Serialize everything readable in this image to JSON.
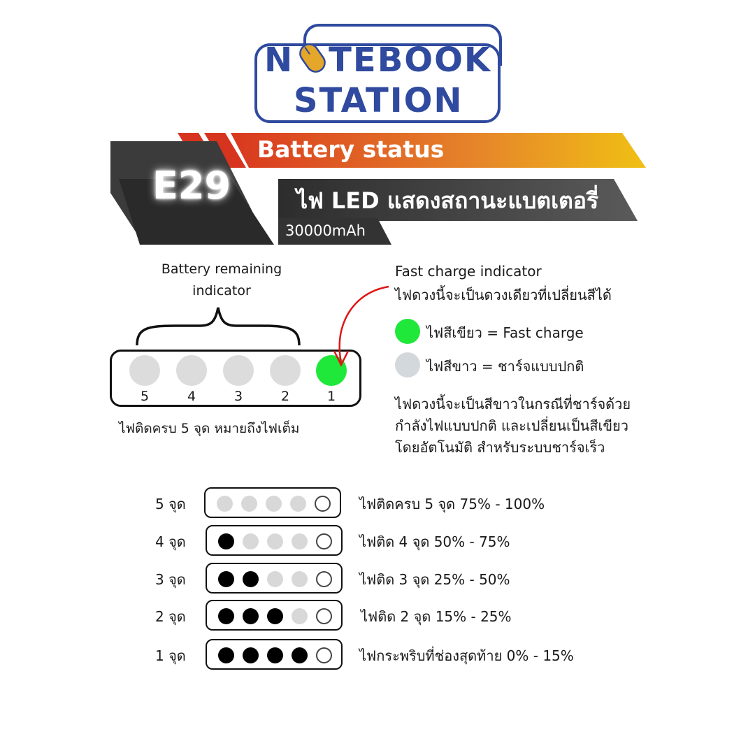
{
  "logo": {
    "line1_left": "N",
    "line1_right": "TEBOOK",
    "line2": "STATION",
    "icon": "mouse-icon",
    "color": "#2f4a9e",
    "accent": "#e4a72a"
  },
  "banner": {
    "title": "Battery status",
    "code": "E29",
    "subtitle": "ไฟ LED แสดงสถานะแบตเตอรี่",
    "capacity": "30000mAh"
  },
  "diagram": {
    "remaining_label_1": "Battery remaining",
    "remaining_label_2": "indicator",
    "positions": [
      "5",
      "4",
      "3",
      "2",
      "1"
    ],
    "full_note": "ไฟติดครบ 5 จุด หมายถึงไฟเต็ม",
    "fast_title": "Fast charge indicator",
    "fast_sub": "ไฟดวงนี้จะเป็นดวงเดียวที่เปลี่ยนสีได้",
    "legend": [
      {
        "color": "#1fe83b",
        "text": "ไฟสีเขียว = Fast charge"
      },
      {
        "color": "#d3d8dc",
        "text": "ไฟสีขาว = ชาร์จแบบปกติ"
      }
    ],
    "description": [
      "ไฟดวงนี้จะเป็นสีขาวในกรณีที่ชาร์จด้วย",
      "กำลังไฟแบบปกติ และเปลี่ยนเป็นสีเขียว",
      "โดยอัตโนมัติ สำหรับระบบชาร์จเร็ว"
    ]
  },
  "levels": [
    {
      "label": "5 จุด",
      "dots": [
        "dim",
        "dim",
        "dim",
        "dim",
        "empty"
      ],
      "desc": "ไฟติดครบ 5 จุด 75% - 100%"
    },
    {
      "label": "4 จุด",
      "dots": [
        "on",
        "dim",
        "dim",
        "dim",
        "empty"
      ],
      "desc": "ไฟติด 4 จุด 50% - 75%"
    },
    {
      "label": "3 จุด",
      "dots": [
        "on",
        "on",
        "dim",
        "dim",
        "empty"
      ],
      "desc": "ไฟติด 3 จุด 25% - 50%"
    },
    {
      "label": "2 จุด",
      "dots": [
        "on",
        "on",
        "on",
        "dim",
        "empty"
      ],
      "desc": "ไฟติด 2 จุด 15% - 25%"
    },
    {
      "label": "1 จุด",
      "dots": [
        "on",
        "on",
        "on",
        "on",
        "empty"
      ],
      "desc": "ไฟกระพริบที่ช่องสุดท้าย 0% - 15%"
    }
  ]
}
